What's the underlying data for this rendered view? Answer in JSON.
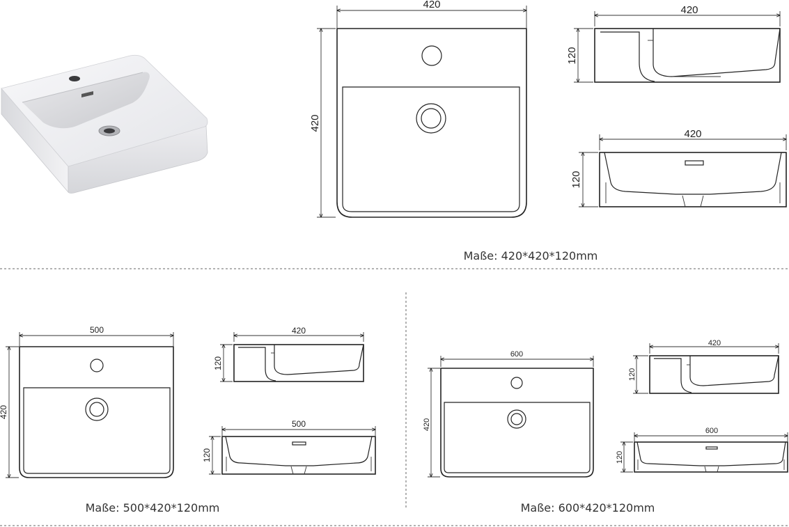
{
  "top": {
    "plan_width": "420",
    "plan_depth": "420",
    "side_width": "420",
    "side_height": "120",
    "front_width": "420",
    "front_height": "120",
    "caption": "Maße: 420*420*120mm"
  },
  "bottom_left": {
    "plan_width": "500",
    "plan_depth": "420",
    "side_width": "420",
    "side_height": "120",
    "front_width": "500",
    "front_height": "120",
    "caption": "Maße: 500*420*120mm"
  },
  "bottom_right": {
    "plan_width": "600",
    "plan_depth": "420",
    "side_width": "420",
    "side_height": "120",
    "front_width": "600",
    "front_height": "120",
    "caption": "Maße: 600*420*120mm"
  }
}
